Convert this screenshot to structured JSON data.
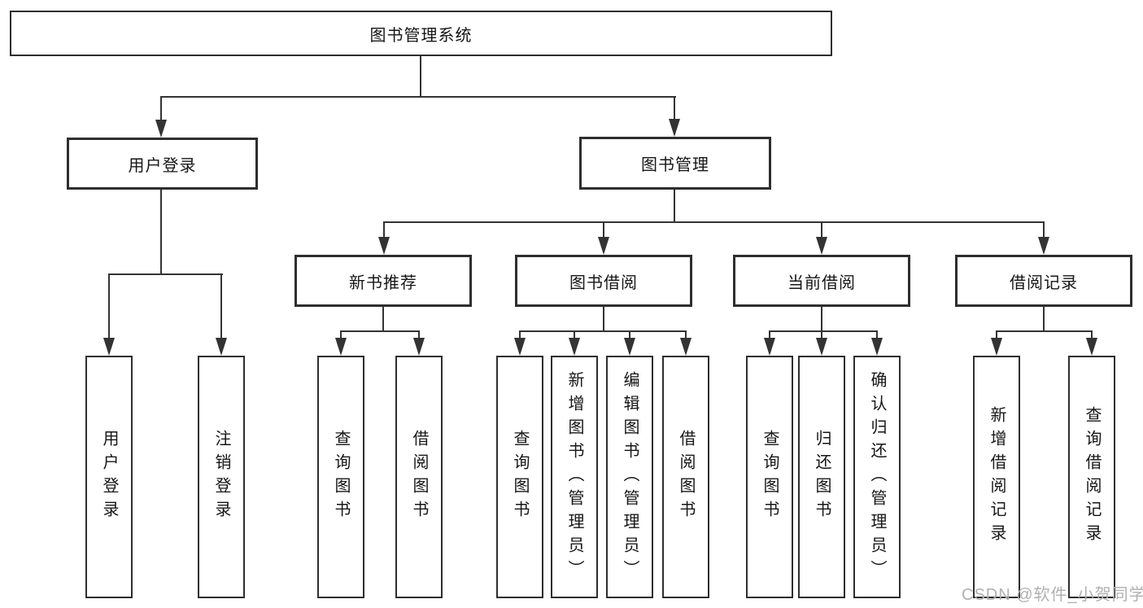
{
  "diagram": {
    "title": "图书管理系统",
    "type": "hierarchy-tree",
    "colors": {
      "line": "#333333",
      "box_border": "#2e2e2e",
      "box_fill": "#ffffff",
      "text": "#161616",
      "watermark": "#b0b0b0",
      "background": "#ffffff"
    },
    "root": {
      "label": "图书管理系统"
    },
    "level2": {
      "user_login": {
        "label": "用户登录"
      },
      "book_mgmt": {
        "label": "图书管理"
      }
    },
    "level3": {
      "new_books": {
        "label": "新书推荐"
      },
      "book_borrow": {
        "label": "图书借阅"
      },
      "current_borrow": {
        "label": "当前借阅"
      },
      "borrow_records": {
        "label": "借阅记录"
      }
    },
    "leaves": {
      "user_login_leaf": {
        "label": "用户登录",
        "parent": "用户登录"
      },
      "logout": {
        "label": "注销登录",
        "parent": "用户登录"
      },
      "nb_query": {
        "label": "查询图书",
        "parent": "新书推荐"
      },
      "nb_borrow": {
        "label": "借阅图书",
        "parent": "新书推荐"
      },
      "bb_query": {
        "label": "查询图书",
        "parent": "图书借阅"
      },
      "bb_add": {
        "label": "新增图书（管理员）",
        "parent": "图书借阅"
      },
      "bb_edit": {
        "label": "编辑图书（管理员）",
        "parent": "图书借阅"
      },
      "bb_borrow": {
        "label": "借阅图书",
        "parent": "图书借阅"
      },
      "cb_query": {
        "label": "查询图书",
        "parent": "当前借阅"
      },
      "cb_return": {
        "label": "归还图书",
        "parent": "当前借阅"
      },
      "cb_confirm": {
        "label": "确认归还（管理员）",
        "parent": "当前借阅"
      },
      "br_add": {
        "label": "新增借阅记录",
        "parent": "借阅记录"
      },
      "br_query": {
        "label": "查询借阅记录",
        "parent": "借阅记录"
      }
    },
    "watermark": {
      "text": "CSDN @软件_小贺同学"
    }
  }
}
